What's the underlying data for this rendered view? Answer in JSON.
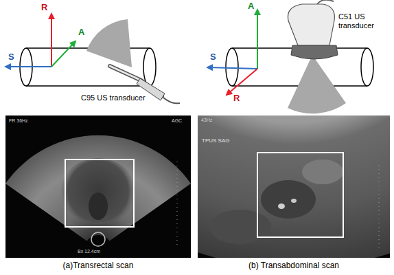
{
  "diagram": {
    "labels": [
      "R",
      "A",
      "S",
      "C95 US transducer",
      "A",
      "C51 US transducer",
      "S",
      "R",
      "FR 36Hz",
      "AGC",
      "Bx 12.4cm",
      "43Hz",
      "TPUS SAG",
      "(a)Transrectal scan",
      "(b) Transabdominal scan"
    ]
  }
}
